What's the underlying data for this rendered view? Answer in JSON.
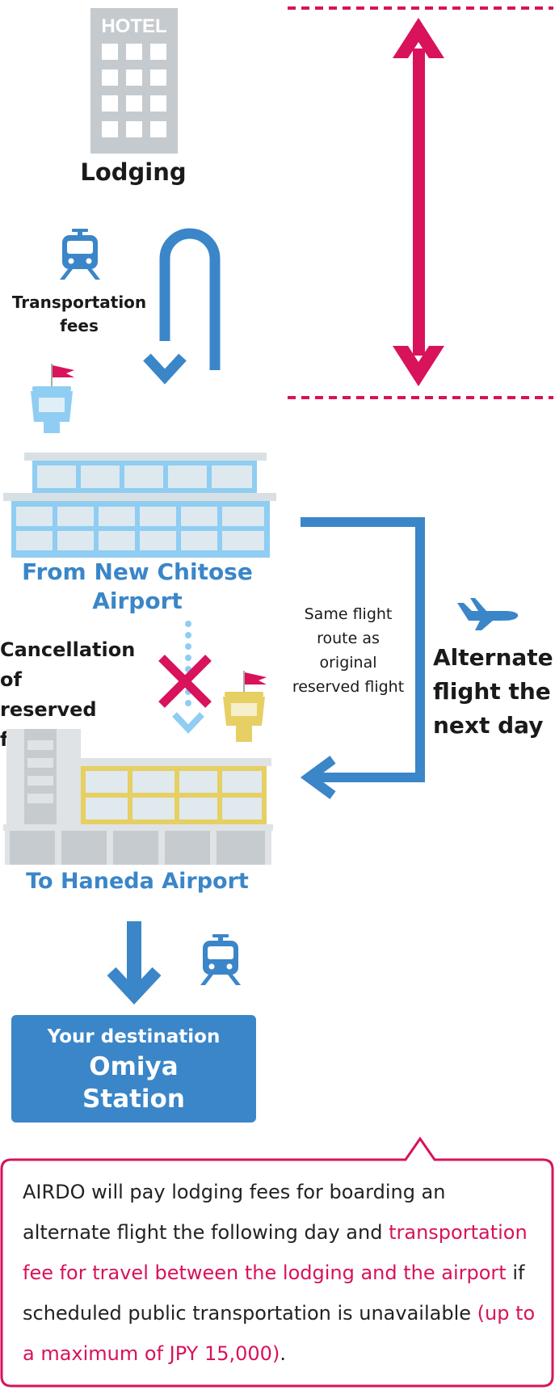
{
  "hotel": {
    "sign": "HOTEL",
    "label": "Lodging"
  },
  "transport_top": {
    "label": "Transportation fees"
  },
  "origin": {
    "label_line1": "From New Chitose",
    "label_line2": "Airport"
  },
  "cancellation": {
    "label_line1": "Cancellation of",
    "label_line2": "reserved flight"
  },
  "alternate_route": {
    "note_line1": "Same flight",
    "note_line2": "route as",
    "note_line3": "original",
    "note_line4": "reserved flight",
    "label_line1": "Alternate",
    "label_line2": "flight the",
    "label_line3": "next day"
  },
  "destination_airport": {
    "label": "To Haneda Airport"
  },
  "destination": {
    "subtitle": "Your destination",
    "name_line1": "Omiya",
    "name_line2": "Station"
  },
  "note": {
    "part1": "AIRDO will pay lodging fees for boarding an alternate flight the following day and ",
    "highlight1": "transportation fee for travel between the lodging and the airport",
    "part2": " if scheduled public transportation is unavailable ",
    "highlight2": "(up to a maximum of JPY 15,000)",
    "part3": "."
  },
  "colors": {
    "blue": "#3a86c8",
    "light_blue": "#8fcdf2",
    "pink": "#d8125b",
    "gray": "#c8cdd1",
    "yellow": "#e6cf63"
  }
}
